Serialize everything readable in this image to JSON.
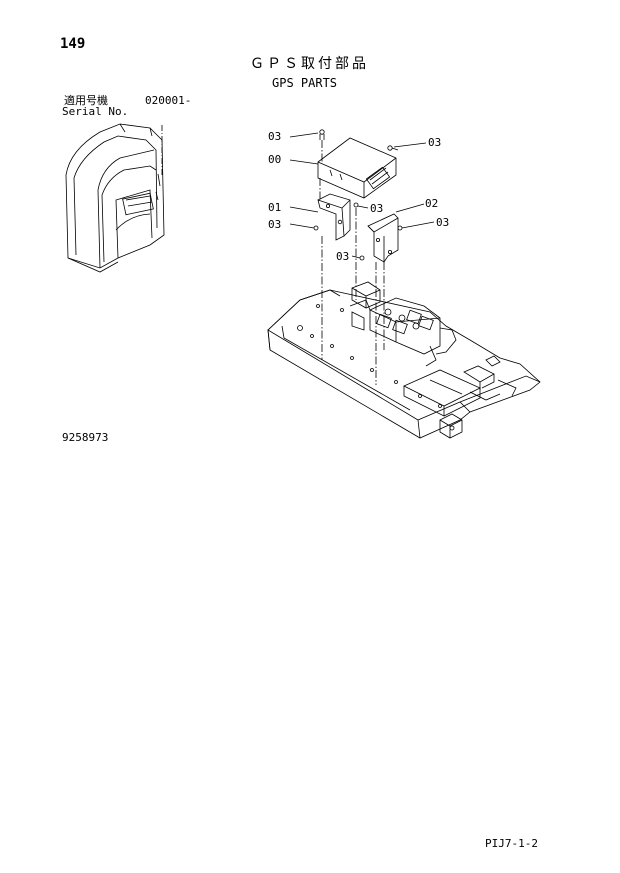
{
  "page": {
    "number": "149",
    "title_jp": "ＧＰＳ取付部品",
    "title_en": "GPS PARTS",
    "serial_label_jp": "適用号機",
    "serial_value": "020001-",
    "serial_label_en": "Serial No.",
    "drawing_code": "9258973",
    "footer_code": "PIJ7-1-2"
  },
  "callouts": [
    {
      "id": "c-03-top-left",
      "text": "03"
    },
    {
      "id": "c-00",
      "text": "00"
    },
    {
      "id": "c-03-top-right",
      "text": "03"
    },
    {
      "id": "c-01",
      "text": "01"
    },
    {
      "id": "c-03-mid",
      "text": "03"
    },
    {
      "id": "c-02",
      "text": "02"
    },
    {
      "id": "c-03-left",
      "text": "03"
    },
    {
      "id": "c-03-right",
      "text": "03"
    },
    {
      "id": "c-03-lower",
      "text": "03"
    }
  ]
}
